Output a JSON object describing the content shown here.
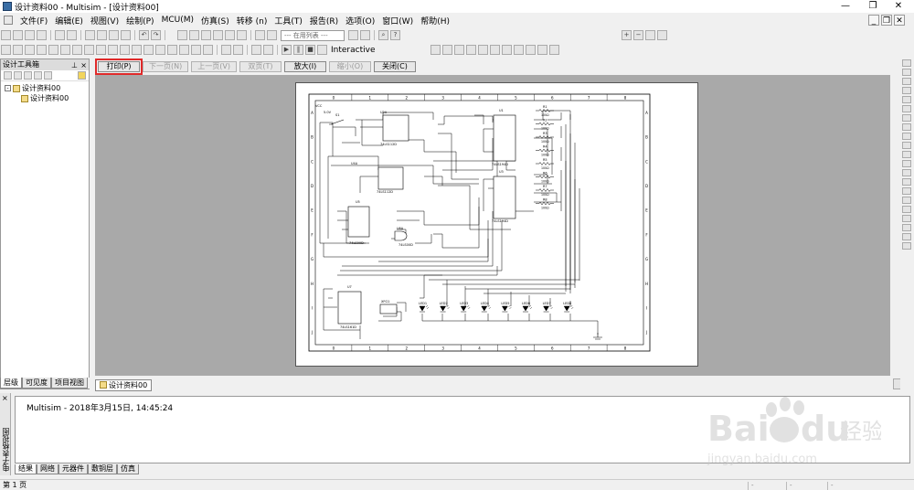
{
  "window": {
    "title": "设计资料00 - Multisim - [设计资料00]",
    "controls": {
      "minimize": "—",
      "maximize": "❐",
      "close": "✕"
    },
    "mdi_controls": {
      "minimize": "_",
      "restore": "❐",
      "close": "✕"
    }
  },
  "menu": [
    "文件(F)",
    "编辑(E)",
    "视图(V)",
    "绘制(P)",
    "MCU(M)",
    "仿真(S)",
    "转移 (n)",
    "工具(T)",
    "报告(R)",
    "选项(O)",
    "窗口(W)",
    "帮助(H)"
  ],
  "toolbar": {
    "in_use_list": "--- 在用列表 ---",
    "interactive_label": "Interactive"
  },
  "design_toolbox": {
    "title": "设计工具箱",
    "pin": "⊥",
    "close": "×",
    "tree": [
      {
        "label": "设计资料00",
        "expand": "-",
        "level": 0
      },
      {
        "label": "设计资料00",
        "level": 1
      }
    ],
    "tabs": [
      "层级",
      "可见度",
      "项目视图"
    ]
  },
  "print_preview": {
    "buttons": [
      {
        "label": "打印(P)",
        "enabled": true,
        "highlighted": true
      },
      {
        "label": "下一页(N)",
        "enabled": false
      },
      {
        "label": "上一页(V)",
        "enabled": false
      },
      {
        "label": "双页(T)",
        "enabled": false
      },
      {
        "label": "放大(I)",
        "enabled": true
      },
      {
        "label": "缩小(O)",
        "enabled": false
      },
      {
        "label": "关闭(C)",
        "enabled": true
      }
    ]
  },
  "schematic": {
    "col_labels": [
      "0",
      "1",
      "2",
      "3",
      "4",
      "5",
      "6",
      "7",
      "8"
    ],
    "row_labels": [
      "A",
      "B",
      "C",
      "D",
      "E",
      "F",
      "G",
      "H",
      "I",
      "J"
    ],
    "parts": {
      "vcc": "VCC",
      "vcc_value": "5.0V",
      "s1": "S1",
      "u2a": "U2A",
      "u2a_part": "74LS112D",
      "u4a": "U4A",
      "u4a_part": "74LS112D",
      "u5": "U5",
      "u5_part": "74LS00D",
      "u6a": "U6A",
      "u6a_part": "74LS00D",
      "u1": "U1",
      "u1_part": "74LS194D",
      "u3": "U3",
      "u3_part": "74LS194D",
      "u7": "U7",
      "u7_part": "74LS161D",
      "xfg": "XFG1",
      "resistors": [
        "R1",
        "R2",
        "R3",
        "R4",
        "R5",
        "R6",
        "R7",
        "R8"
      ],
      "res_value": "100Ω",
      "leds": [
        "LED1",
        "LED2",
        "LED3",
        "LED4",
        "LED5",
        "LED6",
        "LED7",
        "LED8"
      ]
    }
  },
  "document_tab": "设计资料00",
  "output": {
    "side_label": "电子表格视图",
    "close": "×",
    "message": "Multisim  -  2018年3月15日, 14:45:24",
    "tabs": [
      "结果",
      "网络",
      "元器件",
      "敷铜层",
      "仿真"
    ]
  },
  "status": {
    "page": "第 1 页",
    "cell1": "-",
    "cell2": "-",
    "cell3": "-"
  },
  "watermark": {
    "brand": "Bai",
    "brand2": "du",
    "cn": "经验",
    "url": "jingyan.baidu.com"
  }
}
